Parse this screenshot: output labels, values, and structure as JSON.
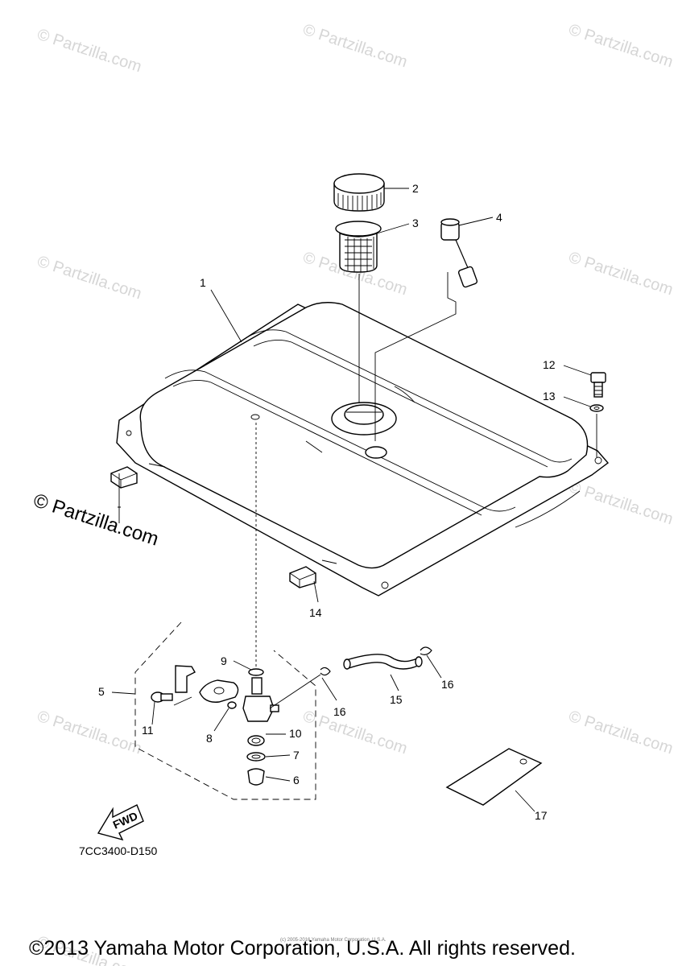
{
  "watermark": {
    "text": "© Partzilla.com",
    "prominent_text": "© Partzilla.com"
  },
  "callouts": {
    "c1": "1",
    "c2": "2",
    "c3": "3",
    "c4": "4",
    "c5": "5",
    "c6": "6",
    "c7": "7",
    "c8": "8",
    "c9": "9",
    "c10": "10",
    "c11": "11",
    "c12": "12",
    "c13": "13",
    "c14": "14",
    "c15": "15",
    "c16a": "16",
    "c16b": "16",
    "c17": "17"
  },
  "fwd_label": "FWD",
  "diagram_code": "7CC3400-D150",
  "small_copyright": "(c) 2005-2016 Yamaha Motor Corporation, U.S.A.",
  "copyright": "©2013 Yamaha Motor Corporation, U.S.A. All rights reserved."
}
